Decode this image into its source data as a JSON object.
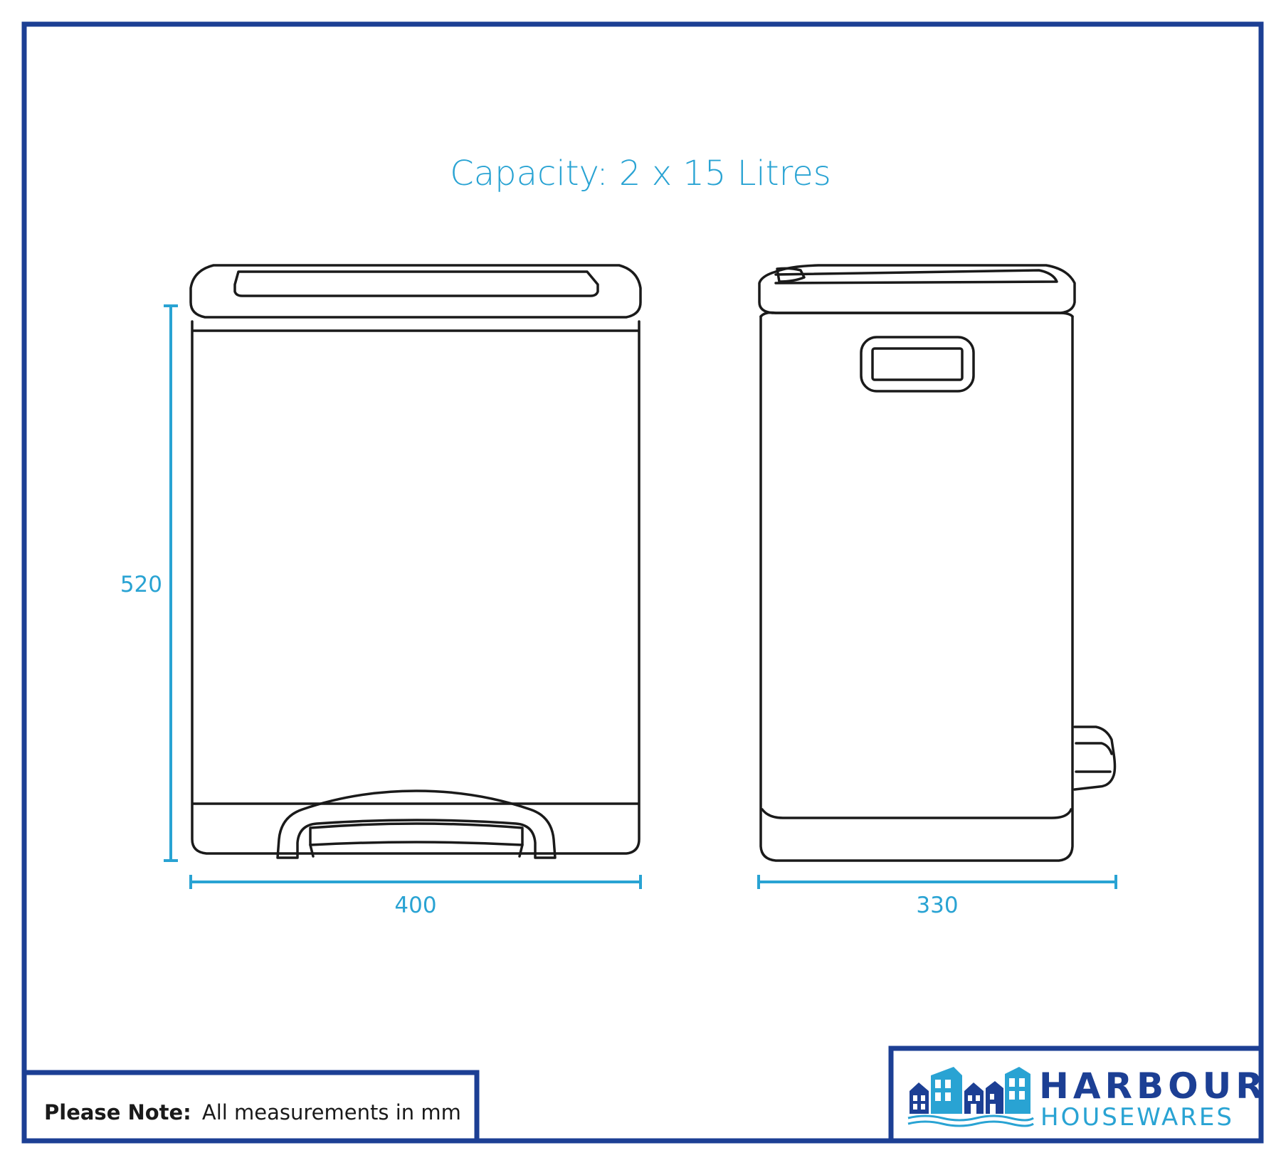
{
  "title": "Capacity: 2 x 15 Litres",
  "dimensions": {
    "height": "520",
    "front_width": "400",
    "side_depth": "330"
  },
  "note": {
    "label": "Please Note:",
    "text": "All measurements in mm"
  },
  "brand": {
    "line1": "HARBOUR",
    "line2": "HOUSEWARES"
  },
  "colors": {
    "frame": "#1c3f94",
    "accent": "#29a3d3",
    "ink": "#1a1a1a"
  }
}
